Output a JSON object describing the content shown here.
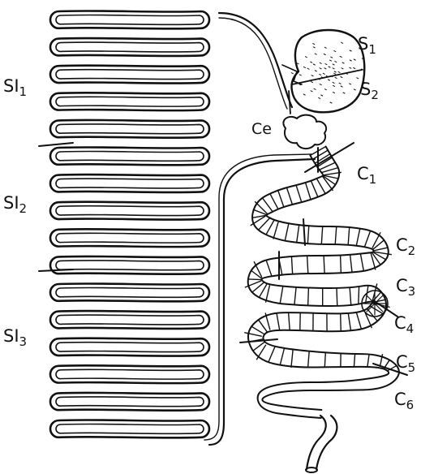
{
  "labels": {
    "s1": {
      "base": "S",
      "sub": "1"
    },
    "s2": {
      "base": "S",
      "sub": "2"
    },
    "ce": {
      "base": "Ce",
      "sub": ""
    },
    "c1": {
      "base": "C",
      "sub": "1"
    },
    "c2": {
      "base": "C",
      "sub": "2"
    },
    "c3": {
      "base": "C",
      "sub": "3"
    },
    "c4": {
      "base": "C",
      "sub": "4"
    },
    "c5": {
      "base": "C",
      "sub": "5"
    },
    "c6": {
      "base": "C",
      "sub": "6"
    },
    "si1": {
      "base": "SI",
      "sub": "1"
    },
    "si2": {
      "base": "SI",
      "sub": "2"
    },
    "si3": {
      "base": "SI",
      "sub": "3"
    }
  },
  "colors": {
    "ink": "#111111",
    "background": "#ffffff"
  }
}
